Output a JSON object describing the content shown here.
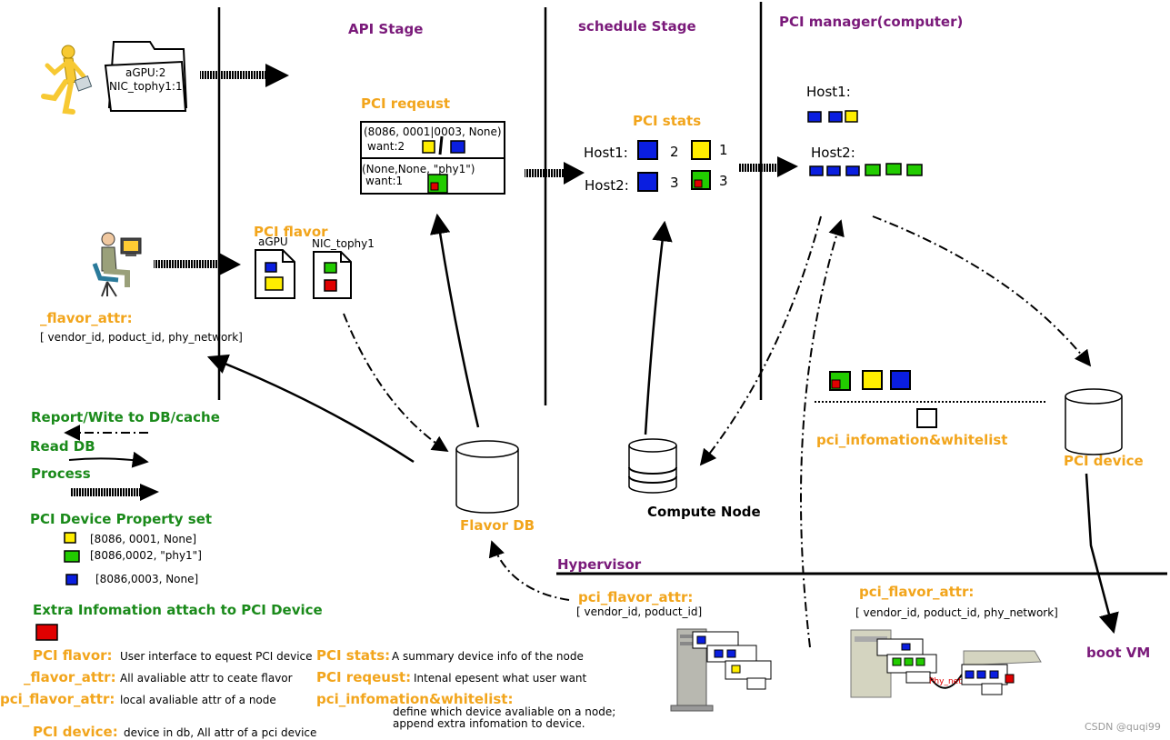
{
  "stages": {
    "api": "API Stage",
    "schedule": "schedule Stage",
    "pci_manager": "PCI manager(computer)",
    "hypervisor": "Hypervisor"
  },
  "user_file": {
    "line1": "aGPU:2",
    "line2": "NIC_tophy1:1"
  },
  "pci_request": {
    "title": "PCI reqeust",
    "row1_spec": "(8086, 0001|0003, None)",
    "row1_want": "want:2",
    "row2_spec": "(None,None, \"phy1\")",
    "row2_want": "want:1"
  },
  "pci_stats": {
    "title": "PCI stats",
    "host1_label": "Host1:",
    "host1_count_a": "2",
    "host1_count_b": "1",
    "host2_label": "Host2:",
    "host2_count_a": "3",
    "host2_count_b": "3"
  },
  "pci_manager_hosts": {
    "host1": "Host1:",
    "host2": "Host2:"
  },
  "pci_flavor": {
    "title": "PCI flavor",
    "agpu": "aGPU",
    "nic": "NIC_tophy1"
  },
  "flavor_attr": {
    "title": "_flavor_attr:",
    "value": "[   vendor_id, poduct_id, phy_network]"
  },
  "legend": {
    "report": "Report/Wite to DB/cache",
    "read": "Read DB",
    "process": "Process",
    "property_title": "PCI Device Property set",
    "prop_yellow": "[8086, 0001, None]",
    "prop_green": "[8086,0002, \"phy1\"]",
    "prop_blue": "[8086,0003, None]",
    "extra_title": "Extra Infomation attach to PCI Device"
  },
  "glossary": {
    "pci_flavor_term": "PCI flavor:",
    "pci_flavor_def": "User interface to equest PCI device",
    "flavor_attr_term": "_flavor_attr:",
    "flavor_attr_def": "All avaliable attr to ceate flavor",
    "pci_flavor_attr_term": "pci_flavor_attr:",
    "pci_flavor_attr_def": "local avaliable attr of a node",
    "pci_device_term": "PCI device:",
    "pci_device_def": "device in db, All attr of  a pci device",
    "pci_stats_term": "PCI stats:",
    "pci_stats_def": "A summary device info of the node",
    "pci_request_term": "PCI reqeust:",
    "pci_request_def": "Intenal epesent what user want",
    "pci_info_term": "pci_infomation&whitelist:",
    "pci_info_def1": "define which device avaliable on a node;",
    "pci_info_def2": "append extra infomation to device."
  },
  "flavor_db": "Flavor DB",
  "compute_node": "Compute Node",
  "pci_info_whitelist": "pci_infomation&whitelist",
  "pci_device": "PCI device",
  "boot_vm": "boot VM",
  "hv_flavor_attr_1": {
    "title": "pci_flavor_attr:",
    "value": "[   vendor_id, poduct_id]"
  },
  "hv_flavor_attr_2": {
    "title": "pci_flavor_attr:",
    "value": "[   vendor_id, poduct_id, phy_network]"
  },
  "phy_net": "Phy_net",
  "watermark": "CSDN @quqi99",
  "colors": {
    "yellow": "#ffee00",
    "green": "#22cc00",
    "blue": "#0a1ee0",
    "red": "#e00000",
    "purple": "#7a1a7a",
    "orange": "#f2a51c",
    "dark_green": "#1a8a1a"
  }
}
